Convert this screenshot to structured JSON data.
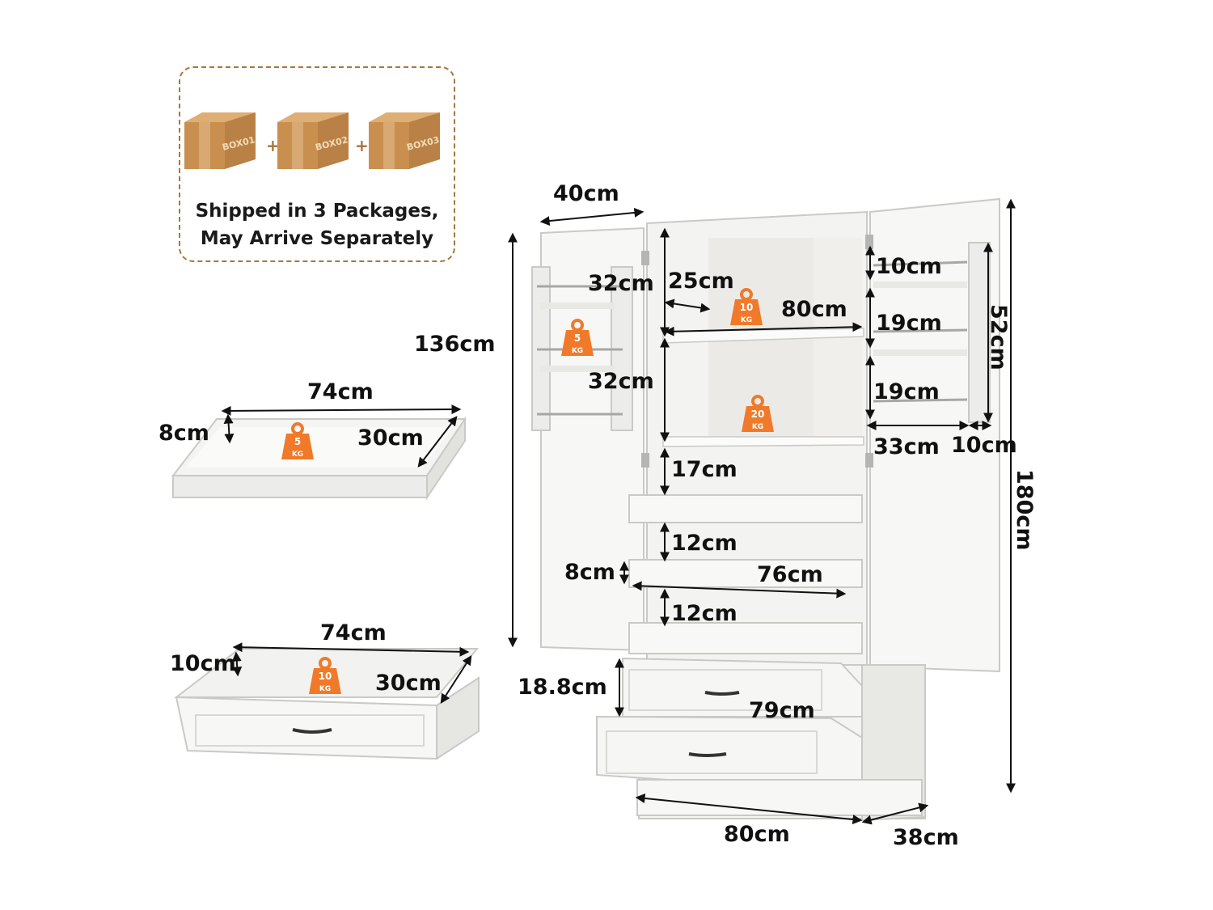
{
  "packages": {
    "box_labels": [
      "BOX01",
      "BOX02",
      "BOX03"
    ],
    "plus_sign": "+",
    "note_line1": "Shipped in 3 Packages,",
    "note_line2": "May Arrive Separately"
  },
  "weight_unit": "KG",
  "weights": {
    "upper_shelf": "10",
    "middle_shelf": "20",
    "door_rack": "5",
    "small_drawer": "5",
    "large_drawer": "10"
  },
  "dimensions": {
    "door_depth": "40cm",
    "inner_height": "136cm",
    "total_height": "180cm",
    "door_rack_gap_top": "32cm",
    "door_rack_gap_bottom": "32cm",
    "shelf_inset": "25cm",
    "shelf_width": "80cm",
    "spice_rack_top": "10cm",
    "spice_rack_mid": "19cm",
    "spice_rack_bottom": "19cm",
    "spice_rack_height": "52cm",
    "spice_rack_width": "33cm",
    "spice_rack_depth": "10cm",
    "tray_gap_1": "17cm",
    "tray_gap_2": "12cm",
    "tray_gap_3": "12cm",
    "tray_height": "8cm",
    "tray_width": "76cm",
    "drawer_height": "18.8cm",
    "drawer_width": "79cm",
    "base_width": "80cm",
    "base_depth": "38cm",
    "small_drawer_width": "74cm",
    "small_drawer_height": "8cm",
    "small_drawer_depth": "30cm",
    "large_drawer_width": "74cm",
    "large_drawer_height": "10cm",
    "large_drawer_depth": "30cm"
  },
  "colors": {
    "box_brown": "#c98f4e",
    "box_dark": "#a8733a",
    "badge_orange": "#f07a2a",
    "cabinet_white": "#f6f6f4",
    "outline_gray": "#c9c9c5"
  }
}
